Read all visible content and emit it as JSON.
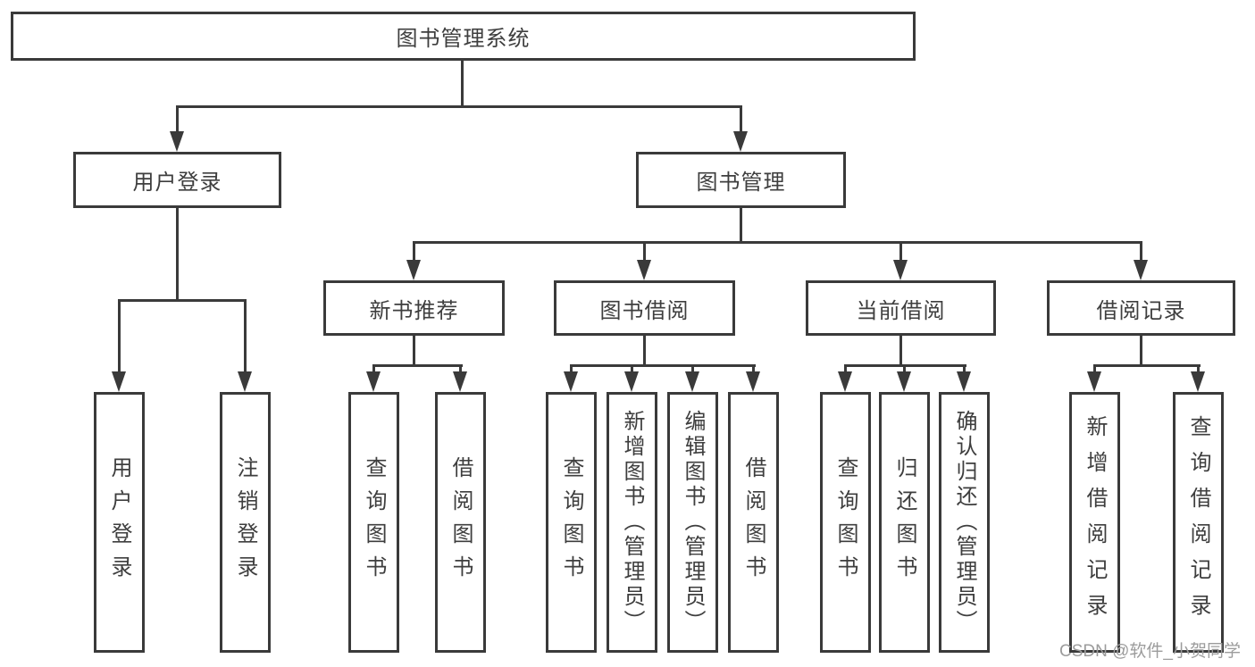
{
  "nodes": {
    "root": {
      "label": "图书管理系统"
    },
    "l2": [
      {
        "label": "用户登录"
      },
      {
        "label": "图书管理"
      }
    ],
    "l3": [
      {
        "label": "新书推荐"
      },
      {
        "label": "图书借阅"
      },
      {
        "label": "当前借阅"
      },
      {
        "label": "借阅记录"
      }
    ],
    "leaves": {
      "g1": [
        "用户登录",
        "注销登录"
      ],
      "g2": [
        "查询图书",
        "借阅图书"
      ],
      "g3": [
        "查询图书",
        "新增图书（管理员）",
        "编辑图书（管理员）",
        "借阅图书"
      ],
      "g4": [
        "查询图书",
        "归还图书",
        "确认归还（管理员）"
      ],
      "g5": [
        "新增借阅记录",
        "查询借阅记录"
      ]
    }
  },
  "watermark": {
    "text": "CSDN @软件_小贺同学"
  },
  "colors": {
    "line": "#3a3a3a",
    "text": "#3e3e3e",
    "box_background": "#ffffff",
    "watermark": "#9c9c9c",
    "background": "#ffffff"
  }
}
